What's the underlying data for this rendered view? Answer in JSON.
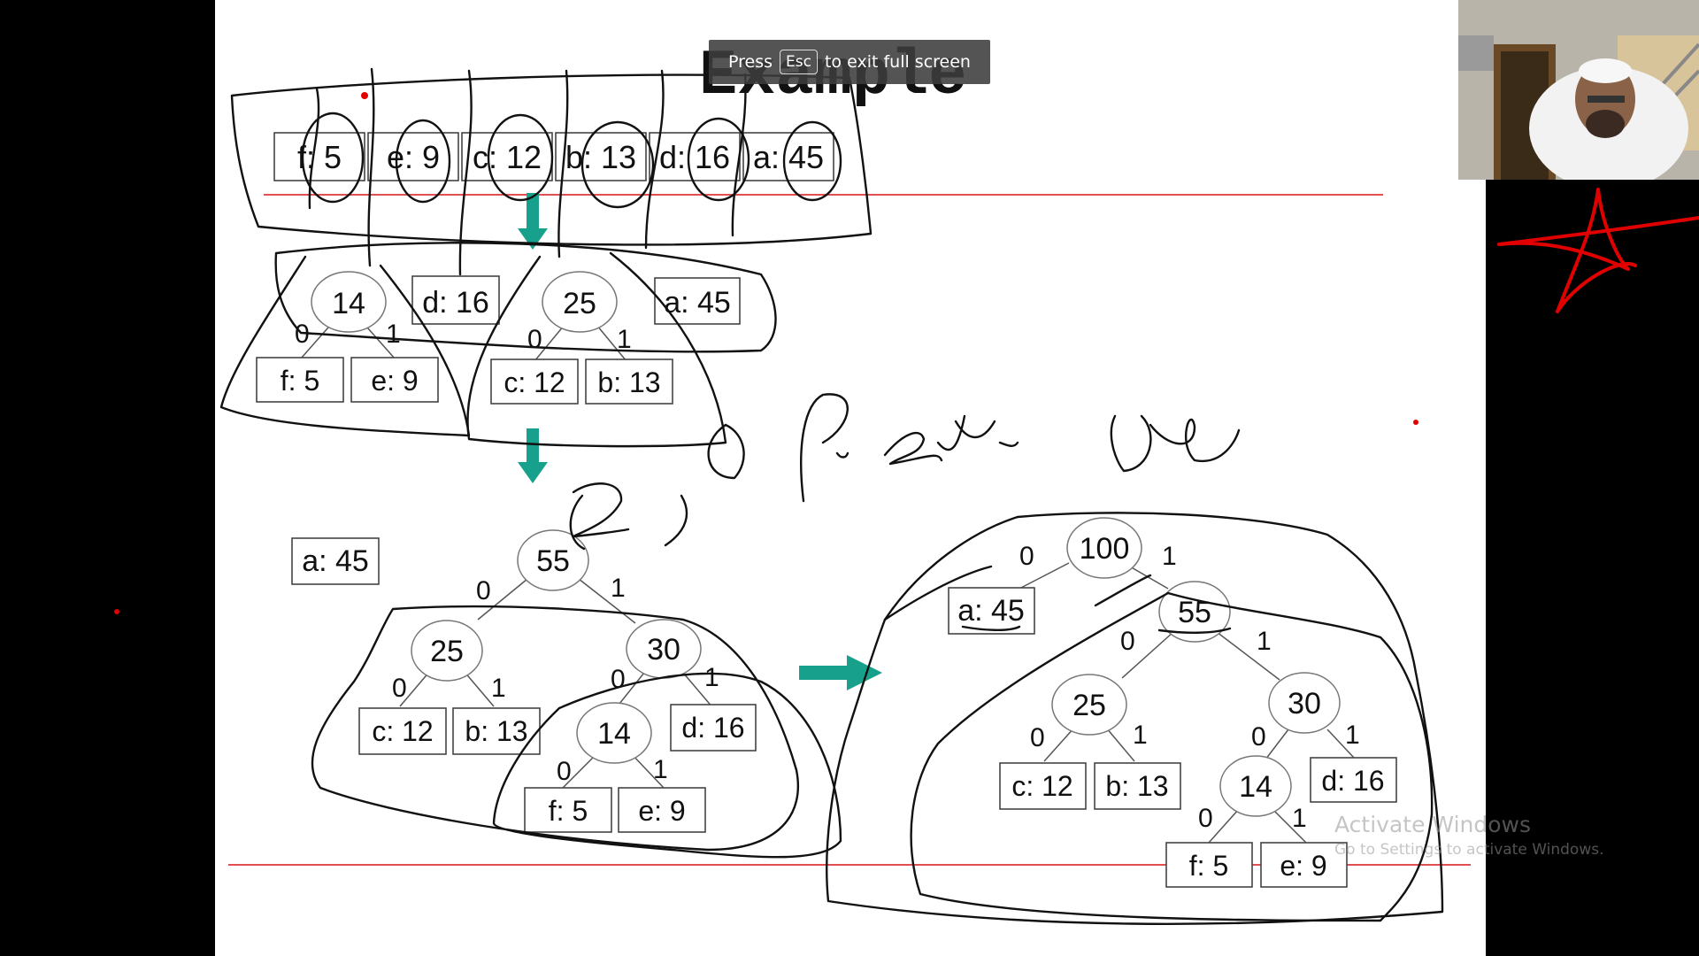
{
  "slide": {
    "title": "Example",
    "stage1": [
      "f: 5",
      "e: 9",
      "c: 12",
      "b: 13",
      "d: 16",
      "a: 45"
    ],
    "stage2": {
      "n14": "14",
      "d16": "d: 16",
      "n25": "25",
      "a45": "a: 45",
      "f5": "f: 5",
      "e9": "e: 9",
      "c12": "c: 12",
      "b13": "b: 13"
    },
    "stage3": {
      "a45": "a: 45",
      "n55": "55",
      "n25": "25",
      "n30": "30",
      "c12": "c: 12",
      "b13": "b: 13",
      "n14": "14",
      "d16": "d: 16",
      "f5": "f: 5",
      "e9": "e: 9"
    },
    "stage4": {
      "n100": "100",
      "a45": "a: 45",
      "n55": "55",
      "n25": "25",
      "n30": "30",
      "c12": "c: 12",
      "b13": "b: 13",
      "n14": "14",
      "d16": "d: 16",
      "f5": "f: 5",
      "e9": "e: 9"
    },
    "bit0": "0",
    "bit1": "1"
  },
  "fullscreen_notice": {
    "prefix": "Press",
    "key": "Esc",
    "suffix": "to exit full screen"
  },
  "watermark": {
    "line1": "Activate Windows",
    "line2": "Go to Settings to activate Windows."
  },
  "colors": {
    "arrow": "#17a08c",
    "annotation_red": "#e00000",
    "background": "#000000"
  }
}
